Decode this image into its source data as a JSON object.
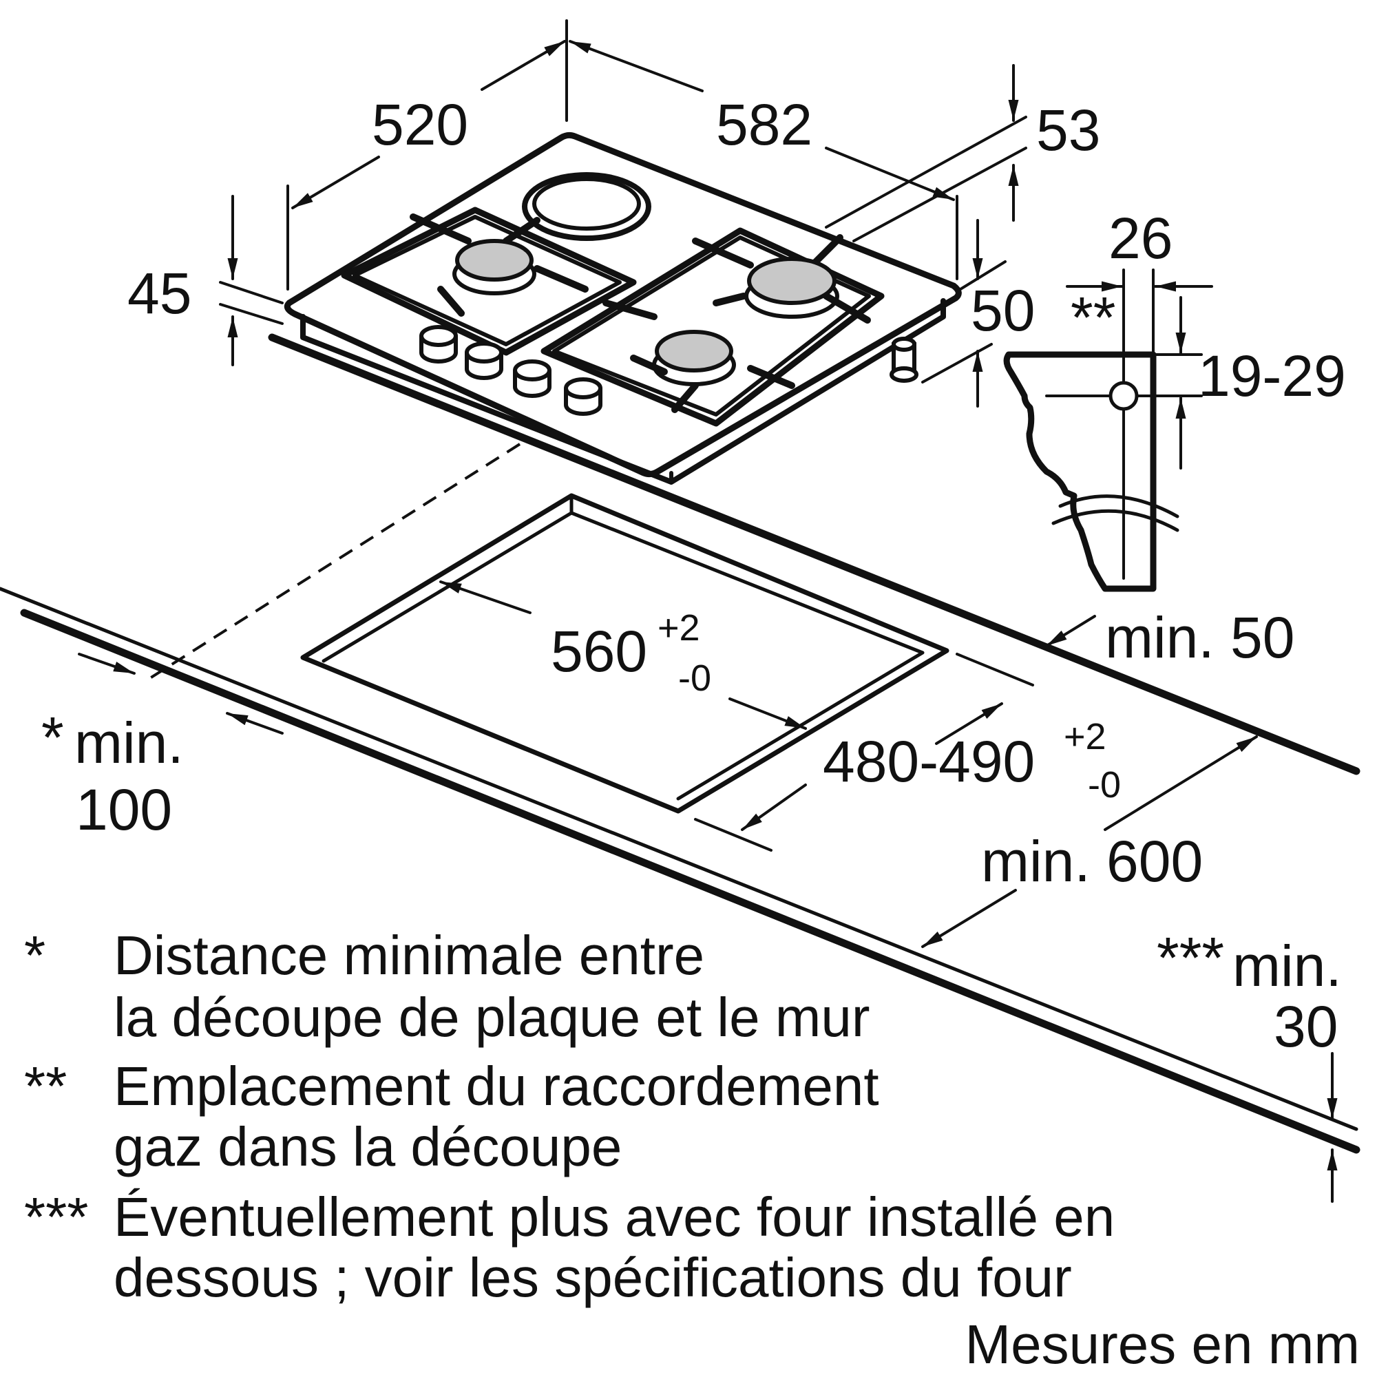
{
  "dimensions": {
    "depth": "520",
    "width": "582",
    "top_offset": "53",
    "height_front": "45",
    "height_rear": "50",
    "connector_offset": "26",
    "connector_marker": "**",
    "connector_height": "19-29",
    "wall_clearance": "min. 50",
    "cutout_width": "560",
    "cutout_width_tol_plus": "+2",
    "cutout_width_tol_minus": "-0",
    "cutout_depth": "480-490",
    "cutout_depth_tol_plus": "+2",
    "cutout_depth_tol_minus": "-0",
    "front_clearance_marker": "*",
    "front_clearance_line1": "min.",
    "front_clearance_line2": "100",
    "worktop_depth": "min. 600",
    "worktop_thickness_marker": "***",
    "worktop_thickness_line1": "min.",
    "worktop_thickness_line2": "30"
  },
  "notes": [
    {
      "marker": "*",
      "line1": "Distance minimale entre",
      "line2": "la découpe de plaque et le mur"
    },
    {
      "marker": "**",
      "line1": "Emplacement du raccordement",
      "line2": "gaz dans la découpe"
    },
    {
      "marker": "***",
      "line1": "Éventuellement plus avec four installé en",
      "line2": "dessous ; voir les spécifications du four"
    }
  ],
  "units_label": "Mesures en mm",
  "colors": {
    "ink": "#111111",
    "burner_cap": "#c8c8c8",
    "background": "#ffffff"
  }
}
